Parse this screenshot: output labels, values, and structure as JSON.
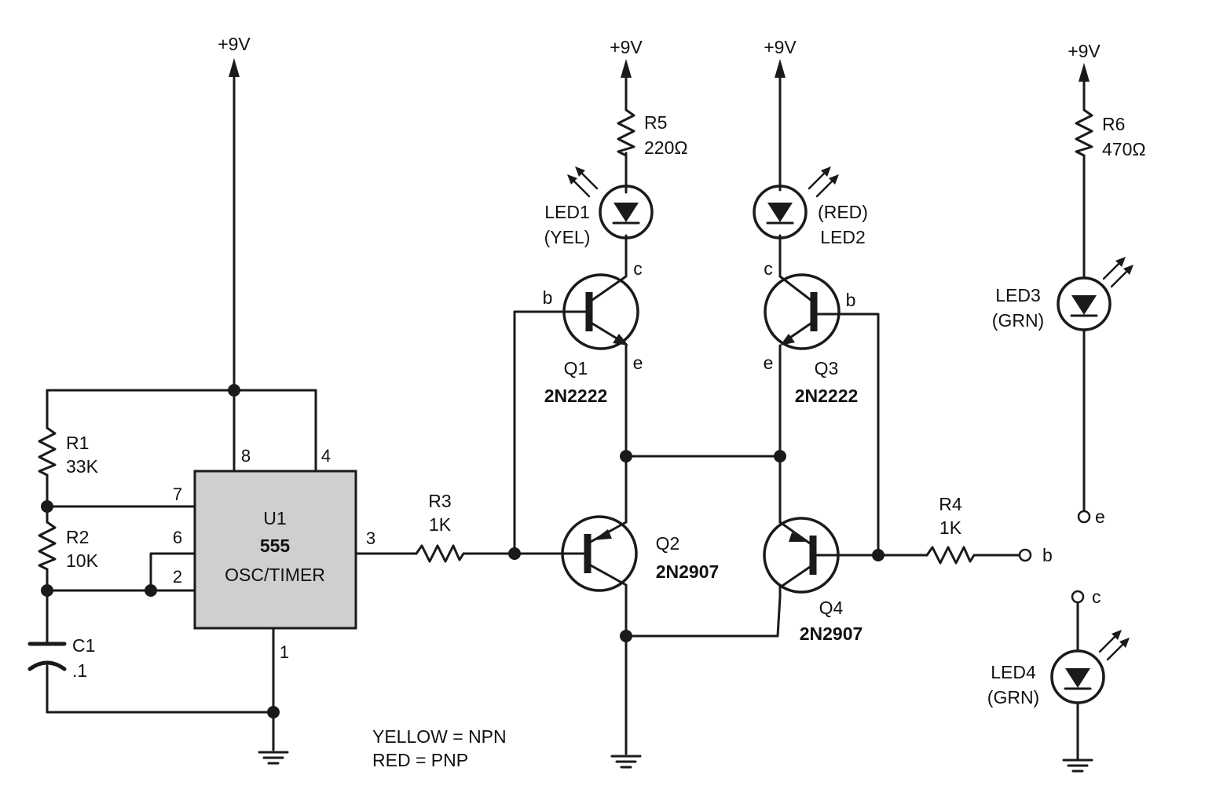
{
  "supply": {
    "label": "+9V"
  },
  "u1": {
    "ref": "U1",
    "part": "555",
    "desc": "OSC/TIMER",
    "fill": "#cfcfcf",
    "pins": {
      "p8": "8",
      "p4": "4",
      "p7": "7",
      "p6": "6",
      "p2": "2",
      "p3": "3",
      "p1": "1"
    }
  },
  "r1": {
    "ref": "R1",
    "value": "33K"
  },
  "r2": {
    "ref": "R2",
    "value": "10K"
  },
  "c1": {
    "ref": "C1",
    "value": ".1"
  },
  "r3": {
    "ref": "R3",
    "value": "1K"
  },
  "r4": {
    "ref": "R4",
    "value": "1K"
  },
  "r5": {
    "ref": "R5",
    "value": "220Ω"
  },
  "r6": {
    "ref": "R6",
    "value": "470Ω"
  },
  "led1": {
    "ref": "LED1",
    "color": "(YEL)"
  },
  "led2": {
    "ref": "LED2",
    "color": "(RED)"
  },
  "led3": {
    "ref": "LED3",
    "color": "(GRN)"
  },
  "led4": {
    "ref": "LED4",
    "color": "(GRN)"
  },
  "q1": {
    "ref": "Q1",
    "part": "2N2222"
  },
  "q2": {
    "ref": "Q2",
    "part": "2N2907"
  },
  "q3": {
    "ref": "Q3",
    "part": "2N2222"
  },
  "q4": {
    "ref": "Q4",
    "part": "2N2907"
  },
  "pins": {
    "b": "b",
    "c": "c",
    "e": "e"
  },
  "legend": {
    "line1": "YELLOW = NPN",
    "line2": "RED = PNP"
  }
}
